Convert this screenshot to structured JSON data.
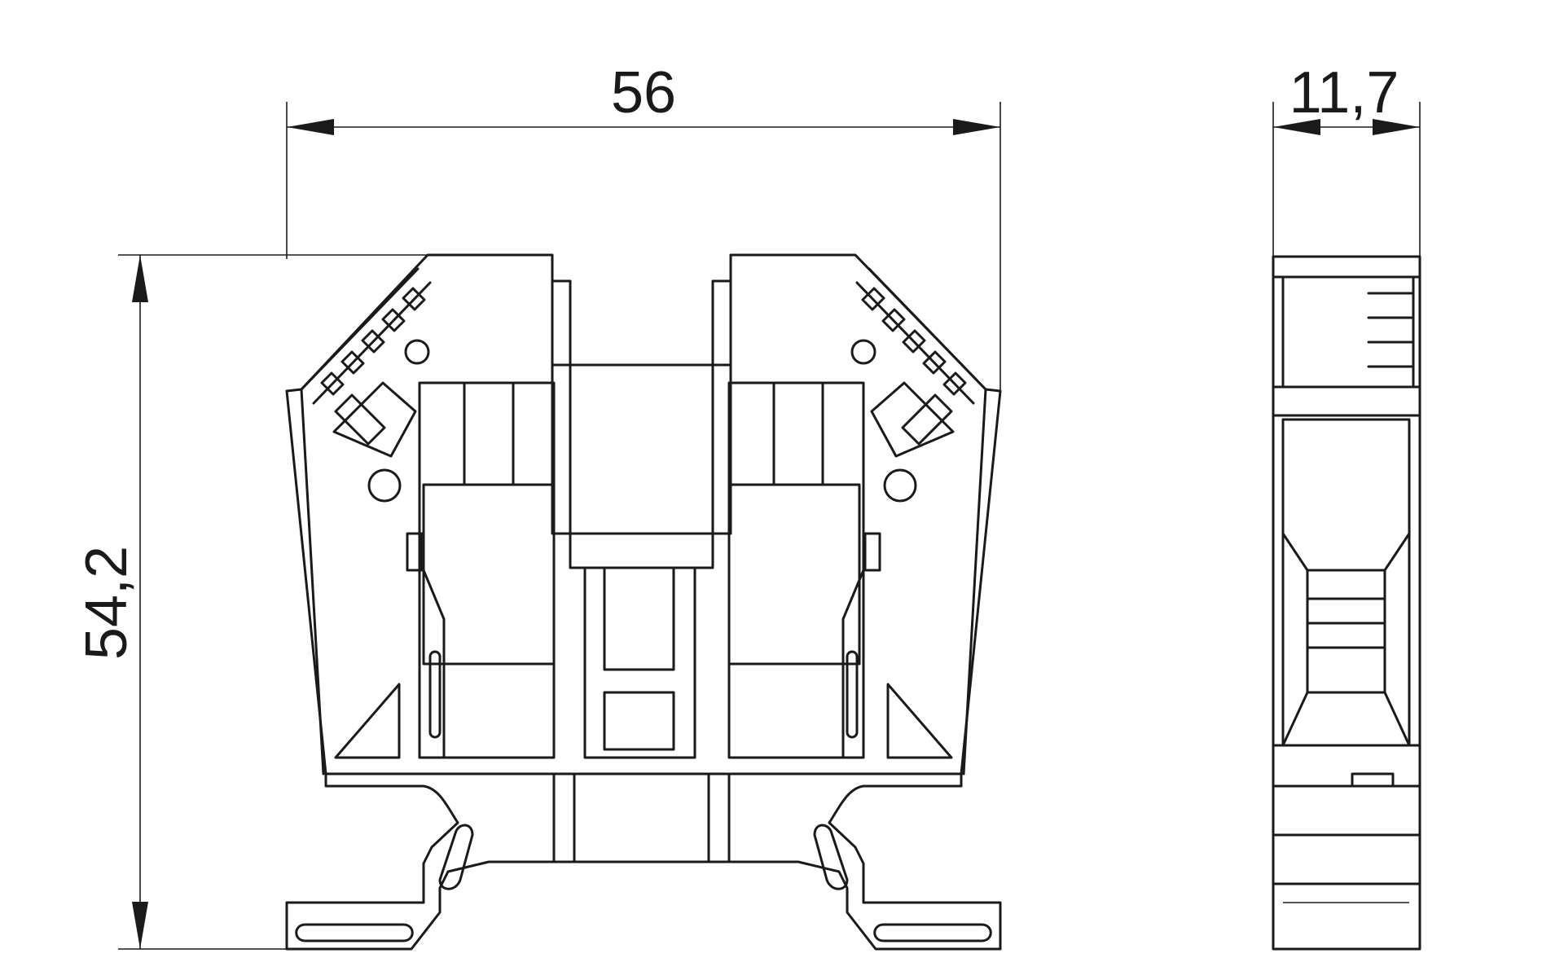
{
  "dimensions": {
    "width": "56",
    "height": "54,2",
    "depth": "11,7"
  },
  "colors": {
    "line": "#1a1a1a",
    "background": "#ffffff"
  }
}
